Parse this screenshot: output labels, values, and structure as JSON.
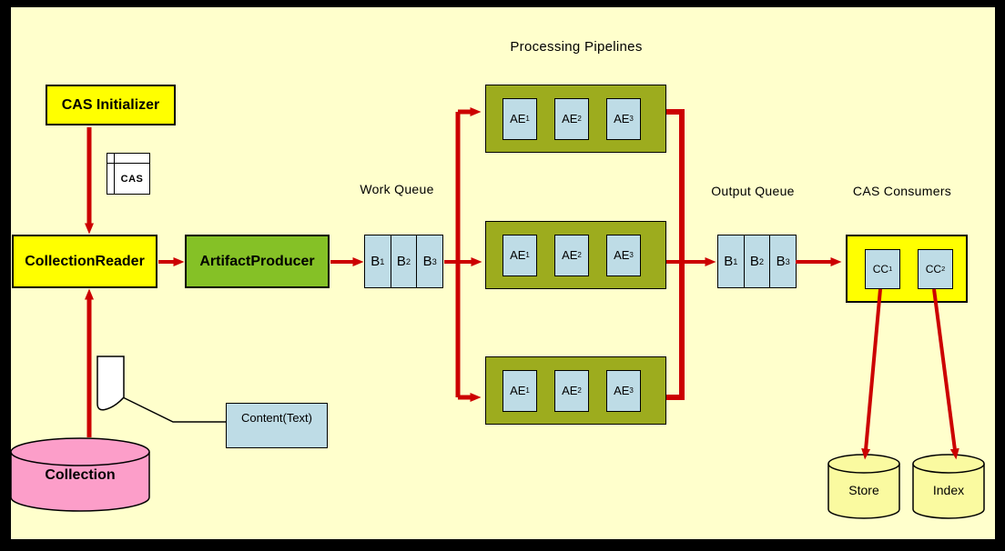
{
  "labels": {
    "processing_pipelines": "Processing Pipelines",
    "work_queue": "Work Queue",
    "output_queue": "Output Queue",
    "cas_consumers": "CAS Consumers"
  },
  "nodes": {
    "cas_initializer": {
      "label": "CAS Initializer"
    },
    "cas_icon": {
      "label": "CAS"
    },
    "collection_reader": {
      "label": "CollectionReader"
    },
    "artifact_producer": {
      "label": "ArtifactProducer"
    },
    "work_queue": {
      "cells": [
        {
          "base": "B",
          "sub": "1"
        },
        {
          "base": "B",
          "sub": "2"
        },
        {
          "base": "B",
          "sub": "3"
        }
      ]
    },
    "pipelines": {
      "rows": [
        {
          "cells": [
            {
              "base": "AE",
              "sub": "1"
            },
            {
              "base": "AE",
              "sub": "2"
            },
            {
              "base": "AE",
              "sub": "3"
            }
          ]
        },
        {
          "cells": [
            {
              "base": "AE",
              "sub": "1"
            },
            {
              "base": "AE",
              "sub": "2"
            },
            {
              "base": "AE",
              "sub": "3"
            }
          ]
        },
        {
          "cells": [
            {
              "base": "AE",
              "sub": "1"
            },
            {
              "base": "AE",
              "sub": "2"
            },
            {
              "base": "AE",
              "sub": "3"
            }
          ]
        }
      ]
    },
    "output_queue": {
      "cells": [
        {
          "base": "B",
          "sub": "1"
        },
        {
          "base": "B",
          "sub": "2"
        },
        {
          "base": "B",
          "sub": "3"
        }
      ]
    },
    "cas_consumers": {
      "cells": [
        {
          "base": "CC",
          "sub": "1"
        },
        {
          "base": "CC",
          "sub": "2"
        }
      ]
    },
    "store": {
      "label": "Store"
    },
    "index": {
      "label": "Index"
    },
    "collection": {
      "label": "Collection"
    },
    "content": {
      "label": "Content(Text)"
    }
  },
  "colors": {
    "background": "#FFFFCC",
    "frame": "#000000",
    "box_yellow": "#FFFF00",
    "producer_green": "#85C126",
    "pipeline_green": "#9DAC1E",
    "cell_blue": "#BEDCE6",
    "arrow_red": "#CC0000",
    "collection_pink": "#FC9EC9",
    "db_yellow": "#FAFAA0"
  }
}
